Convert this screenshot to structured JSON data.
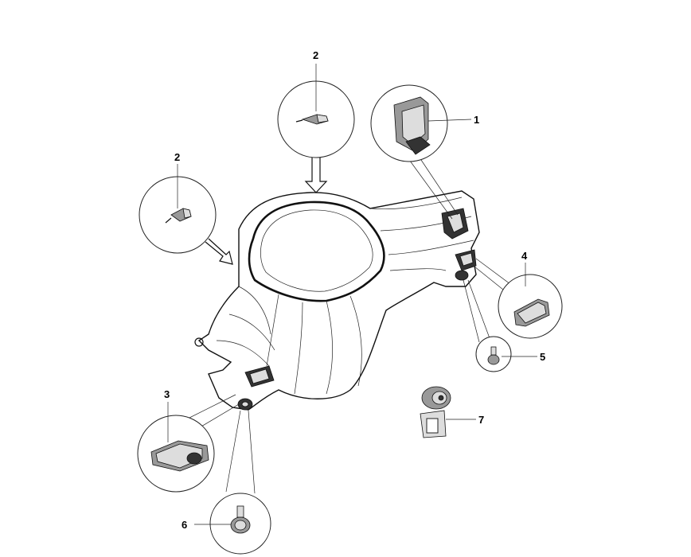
{
  "callouts": {
    "c1": "1",
    "c2_top": "2",
    "c2_left": "2",
    "c3": "3",
    "c4": "4",
    "c5": "5",
    "c6": "6",
    "c7": "7"
  }
}
